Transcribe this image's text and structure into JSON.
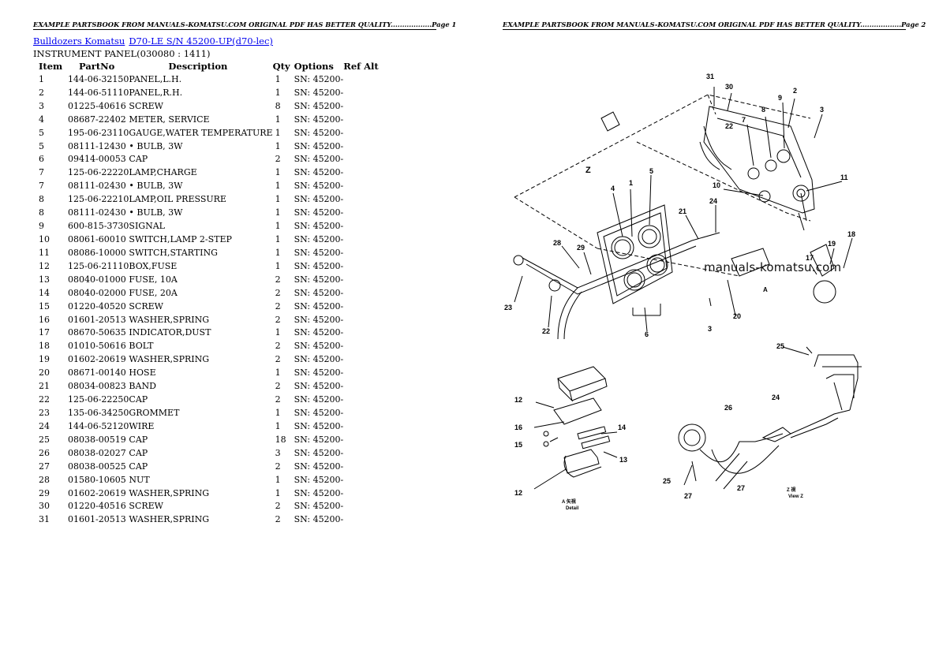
{
  "page_header_left": "EXAMPLE PARTSBOOK FROM MANUALS-KOMATSU.COM ORIGINAL PDF HAS BETTER QUALITY..................Page 1",
  "page_header_right": "EXAMPLE PARTSBOOK FROM MANUALS-KOMATSU.COM ORIGINAL PDF HAS BETTER QUALITY..................Page 2",
  "breadcrumb": {
    "link1": "Bulldozers Komatsu",
    "link2": "D70-LE S/N 45200-UP(d70-lec)"
  },
  "section_title": "INSTRUMENT PANEL(030080 : 1411)",
  "columns": [
    "Item",
    "PartNo",
    "Description",
    "Qty",
    "Options",
    "Ref Alt"
  ],
  "rows": [
    {
      "item": "1",
      "part": "144-06-32150",
      "desc": "PANEL,L.H.",
      "qty": "1",
      "opt": "SN: 45200-"
    },
    {
      "item": "2",
      "part": "144-06-51110",
      "desc": "PANEL,R.H.",
      "qty": "1",
      "opt": "SN: 45200-"
    },
    {
      "item": "3",
      "part": "01225-40616",
      "desc": "SCREW",
      "qty": "8",
      "opt": "SN: 45200-"
    },
    {
      "item": "4",
      "part": "08687-22402",
      "desc": "METER, SERVICE",
      "qty": "1",
      "opt": "SN: 45200-"
    },
    {
      "item": "5",
      "part": "195-06-23110",
      "desc": "GAUGE,WATER TEMPERATURE",
      "qty": "1",
      "opt": "SN: 45200-"
    },
    {
      "item": "5",
      "part": "08111-12430",
      "desc": "• BULB, 3W",
      "qty": "1",
      "opt": "SN: 45200-"
    },
    {
      "item": "6",
      "part": "09414-00053",
      "desc": "CAP",
      "qty": "2",
      "opt": "SN: 45200-"
    },
    {
      "item": "7",
      "part": "125-06-22220",
      "desc": "LAMP,CHARGE",
      "qty": "1",
      "opt": "SN: 45200-"
    },
    {
      "item": "7",
      "part": "08111-02430",
      "desc": "• BULB, 3W",
      "qty": "1",
      "opt": "SN: 45200-"
    },
    {
      "item": "8",
      "part": "125-06-22210",
      "desc": "LAMP,OIL PRESSURE",
      "qty": "1",
      "opt": "SN: 45200-"
    },
    {
      "item": "8",
      "part": "08111-02430",
      "desc": "• BULB, 3W",
      "qty": "1",
      "opt": "SN: 45200-"
    },
    {
      "item": "9",
      "part": "600-815-3730",
      "desc": "SIGNAL",
      "qty": "1",
      "opt": "SN: 45200-"
    },
    {
      "item": "10",
      "part": "08061-60010",
      "desc": "SWITCH,LAMP 2-STEP",
      "qty": "1",
      "opt": "SN: 45200-"
    },
    {
      "item": "11",
      "part": "08086-10000",
      "desc": "SWITCH,STARTING",
      "qty": "1",
      "opt": "SN: 45200-"
    },
    {
      "item": "12",
      "part": "125-06-21110",
      "desc": "BOX,FUSE",
      "qty": "1",
      "opt": "SN: 45200-"
    },
    {
      "item": "13",
      "part": "08040-01000",
      "desc": "FUSE, 10A",
      "qty": "2",
      "opt": "SN: 45200-"
    },
    {
      "item": "14",
      "part": "08040-02000",
      "desc": "FUSE, 20A",
      "qty": "2",
      "opt": "SN: 45200-"
    },
    {
      "item": "15",
      "part": "01220-40520",
      "desc": "SCREW",
      "qty": "2",
      "opt": "SN: 45200-"
    },
    {
      "item": "16",
      "part": "01601-20513",
      "desc": "WASHER,SPRING",
      "qty": "2",
      "opt": "SN: 45200-"
    },
    {
      "item": "17",
      "part": "08670-50635",
      "desc": "INDICATOR,DUST",
      "qty": "1",
      "opt": "SN: 45200-"
    },
    {
      "item": "18",
      "part": "01010-50616",
      "desc": "BOLT",
      "qty": "2",
      "opt": "SN: 45200-"
    },
    {
      "item": "19",
      "part": "01602-20619",
      "desc": "WASHER,SPRING",
      "qty": "2",
      "opt": "SN: 45200-"
    },
    {
      "item": "20",
      "part": "08671-00140",
      "desc": "HOSE",
      "qty": "1",
      "opt": "SN: 45200-"
    },
    {
      "item": "21",
      "part": "08034-00823",
      "desc": "BAND",
      "qty": "2",
      "opt": "SN: 45200-"
    },
    {
      "item": "22",
      "part": "125-06-22250",
      "desc": "CAP",
      "qty": "2",
      "opt": "SN: 45200-"
    },
    {
      "item": "23",
      "part": "135-06-34250",
      "desc": "GROMMET",
      "qty": "1",
      "opt": "SN: 45200-"
    },
    {
      "item": "24",
      "part": "144-06-52120",
      "desc": "WIRE",
      "qty": "1",
      "opt": "SN: 45200-"
    },
    {
      "item": "25",
      "part": "08038-00519",
      "desc": "CAP",
      "qty": "18",
      "opt": "SN: 45200-"
    },
    {
      "item": "26",
      "part": "08038-02027",
      "desc": "CAP",
      "qty": "3",
      "opt": "SN: 45200-"
    },
    {
      "item": "27",
      "part": "08038-00525",
      "desc": "CAP",
      "qty": "2",
      "opt": "SN: 45200-"
    },
    {
      "item": "28",
      "part": "01580-10605",
      "desc": "NUT",
      "qty": "1",
      "opt": "SN: 45200-"
    },
    {
      "item": "29",
      "part": "01602-20619",
      "desc": "WASHER,SPRING",
      "qty": "1",
      "opt": "SN: 45200-"
    },
    {
      "item": "30",
      "part": "01220-40516",
      "desc": "SCREW",
      "qty": "2",
      "opt": "SN: 45200-"
    },
    {
      "item": "31",
      "part": "01601-20513",
      "desc": "WASHER,SPRING",
      "qty": "2",
      "opt": "SN: 45200-"
    }
  ],
  "diagram": {
    "watermark": "manuals-komatsu.com",
    "callouts": [
      "31",
      "30",
      "7",
      "8",
      "9",
      "2",
      "3",
      "22",
      "11",
      "10",
      "4",
      "1",
      "5",
      "21",
      "24",
      "18",
      "19",
      "17",
      "28",
      "29",
      "23",
      "22",
      "20",
      "3",
      "6",
      "25",
      "26",
      "24",
      "12",
      "14",
      "16",
      "15",
      "13",
      "25",
      "27",
      "27",
      "12"
    ],
    "view_letters": [
      "Z",
      "A",
      "A"
    ],
    "captions": [
      "A  矢視",
      "Detail",
      "Z  視",
      "View Z"
    ]
  }
}
